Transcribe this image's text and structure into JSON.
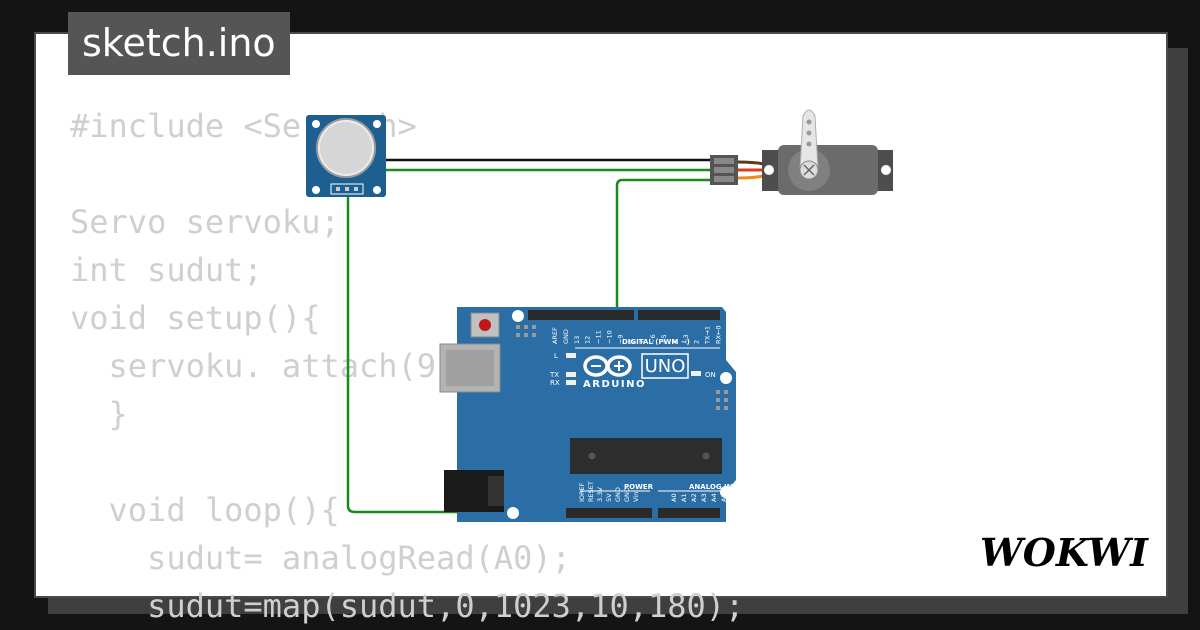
{
  "title_tag": "sketch.ino",
  "brand": "WOKWI",
  "code_lines": [
    "#include <Servo.h>",
    "",
    "Servo servoku;",
    "int sudut;",
    "void setup(){",
    "  servoku. attach(9);",
    "  }",
    "",
    "  void loop(){",
    "    sudut= analogRead(A0);",
    "    sudut=map(sudut,0,1023,10,180);"
  ],
  "board": {
    "logo_text": "ARDUINO",
    "model_text": "UNO",
    "digital_label": "DIGITAL (PWM ~)",
    "analog_label": "ANALOG IN",
    "power_label": "POWER",
    "on_label": "ON",
    "led_l": "L",
    "led_tx": "TX",
    "led_rx": "RX",
    "digital_pins": [
      "AREF",
      "GND",
      "13",
      "12",
      "~11",
      "~10",
      "~9",
      "8",
      "7",
      "~6",
      "~5",
      "4",
      "~3",
      "2",
      "TX→1",
      "RX←0"
    ],
    "power_pins": [
      "IOREF",
      "RESET",
      "3.3V",
      "5V",
      "GND",
      "GND",
      "Vin"
    ],
    "analog_pins": [
      "A0",
      "A1",
      "A2",
      "A3",
      "A4",
      "A5"
    ]
  },
  "colors": {
    "board": "#2b6ea6",
    "wire_black": "#111111",
    "wire_green": "#1a8a1a",
    "servo_body": "#6b6b6b",
    "pot_module": "#1d5f91"
  },
  "icons": {
    "potentiometer": "rotary-potentiometer",
    "servo": "micro-servo",
    "brand": "wokwi-logo"
  }
}
